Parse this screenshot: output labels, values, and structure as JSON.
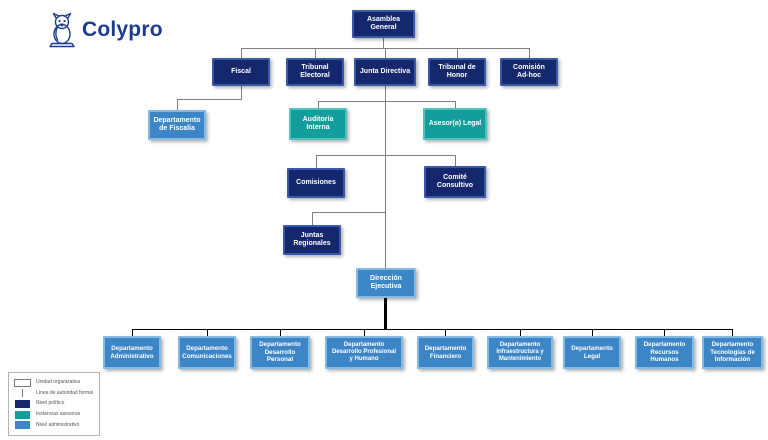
{
  "logo": {
    "text": "Colypro",
    "icon": "owl-icon"
  },
  "colors": {
    "nivel_politico": "#15286D",
    "instancias_asesoras": "#139E9B",
    "nivel_administrativo": "#3C86C8",
    "logo_navy": "#1E3C8F",
    "connector_gray": "#7F7F7F",
    "connector_black": "#000000"
  },
  "nodes": {
    "asamblea": {
      "label": "Asamblea\nGeneral",
      "level": "politico"
    },
    "fiscal": {
      "label": "Fiscal",
      "level": "politico"
    },
    "tribunal_electoral": {
      "label": "Tribunal\nElectoral",
      "level": "politico"
    },
    "junta_directiva": {
      "label": "Junta Directiva",
      "level": "politico"
    },
    "tribunal_honor": {
      "label": "Tribunal de\nHonor",
      "level": "politico"
    },
    "comision_adhoc": {
      "label": "Comisión\nAd-hoc",
      "level": "politico"
    },
    "depto_fiscalia": {
      "label": "Departamento\nde Fiscalía",
      "level": "administrativo"
    },
    "auditoria_interna": {
      "label": "Auditoría\nInterna",
      "level": "asesora"
    },
    "asesor_legal": {
      "label": "Asesor(a) Legal",
      "level": "asesora"
    },
    "comisiones": {
      "label": "Comisiones",
      "level": "politico"
    },
    "comite_consultivo": {
      "label": "Comité\nConsultivo",
      "level": "politico"
    },
    "juntas_regionales": {
      "label": "Juntas\nRegionales",
      "level": "politico"
    },
    "direccion_ejecutiva": {
      "label": "Dirección\nEjecutiva",
      "level": "administrativo"
    },
    "depto_administrativo": {
      "label": "Departamento\nAdministrativo",
      "level": "administrativo"
    },
    "depto_comunicaciones": {
      "label": "Departamento\nComunicaciones",
      "level": "administrativo"
    },
    "depto_desarrollo_personal": {
      "label": "Departamento\nDesarrollo\nPersonal",
      "level": "administrativo"
    },
    "depto_desarrollo_profesional": {
      "label": "Departamento\nDesarrollo Profesional\ny Humano",
      "level": "administrativo"
    },
    "depto_financiero": {
      "label": "Departamento\nFinanciero",
      "level": "administrativo"
    },
    "depto_infraestructura": {
      "label": "Departamento\nInfraestructura y\nMantenimiento",
      "level": "administrativo"
    },
    "depto_legal": {
      "label": "Departamento\nLegal",
      "level": "administrativo"
    },
    "depto_recursos_humanos": {
      "label": "Departamento\nRecursos\nHumanos",
      "level": "administrativo"
    },
    "depto_tecnologias": {
      "label": "Departamento\nTecnologías de\nInformación",
      "level": "administrativo"
    }
  },
  "legend": {
    "items": [
      {
        "label": "Unidad organizativa",
        "swatch": "outline"
      },
      {
        "label": "Línea de autoridad formal",
        "swatch": "line"
      },
      {
        "label": "Nivel político",
        "swatch": "navy"
      },
      {
        "label": "Instancias asesoras",
        "swatch": "teal"
      },
      {
        "label": "Nivel administrativo",
        "swatch": "blue"
      }
    ]
  }
}
